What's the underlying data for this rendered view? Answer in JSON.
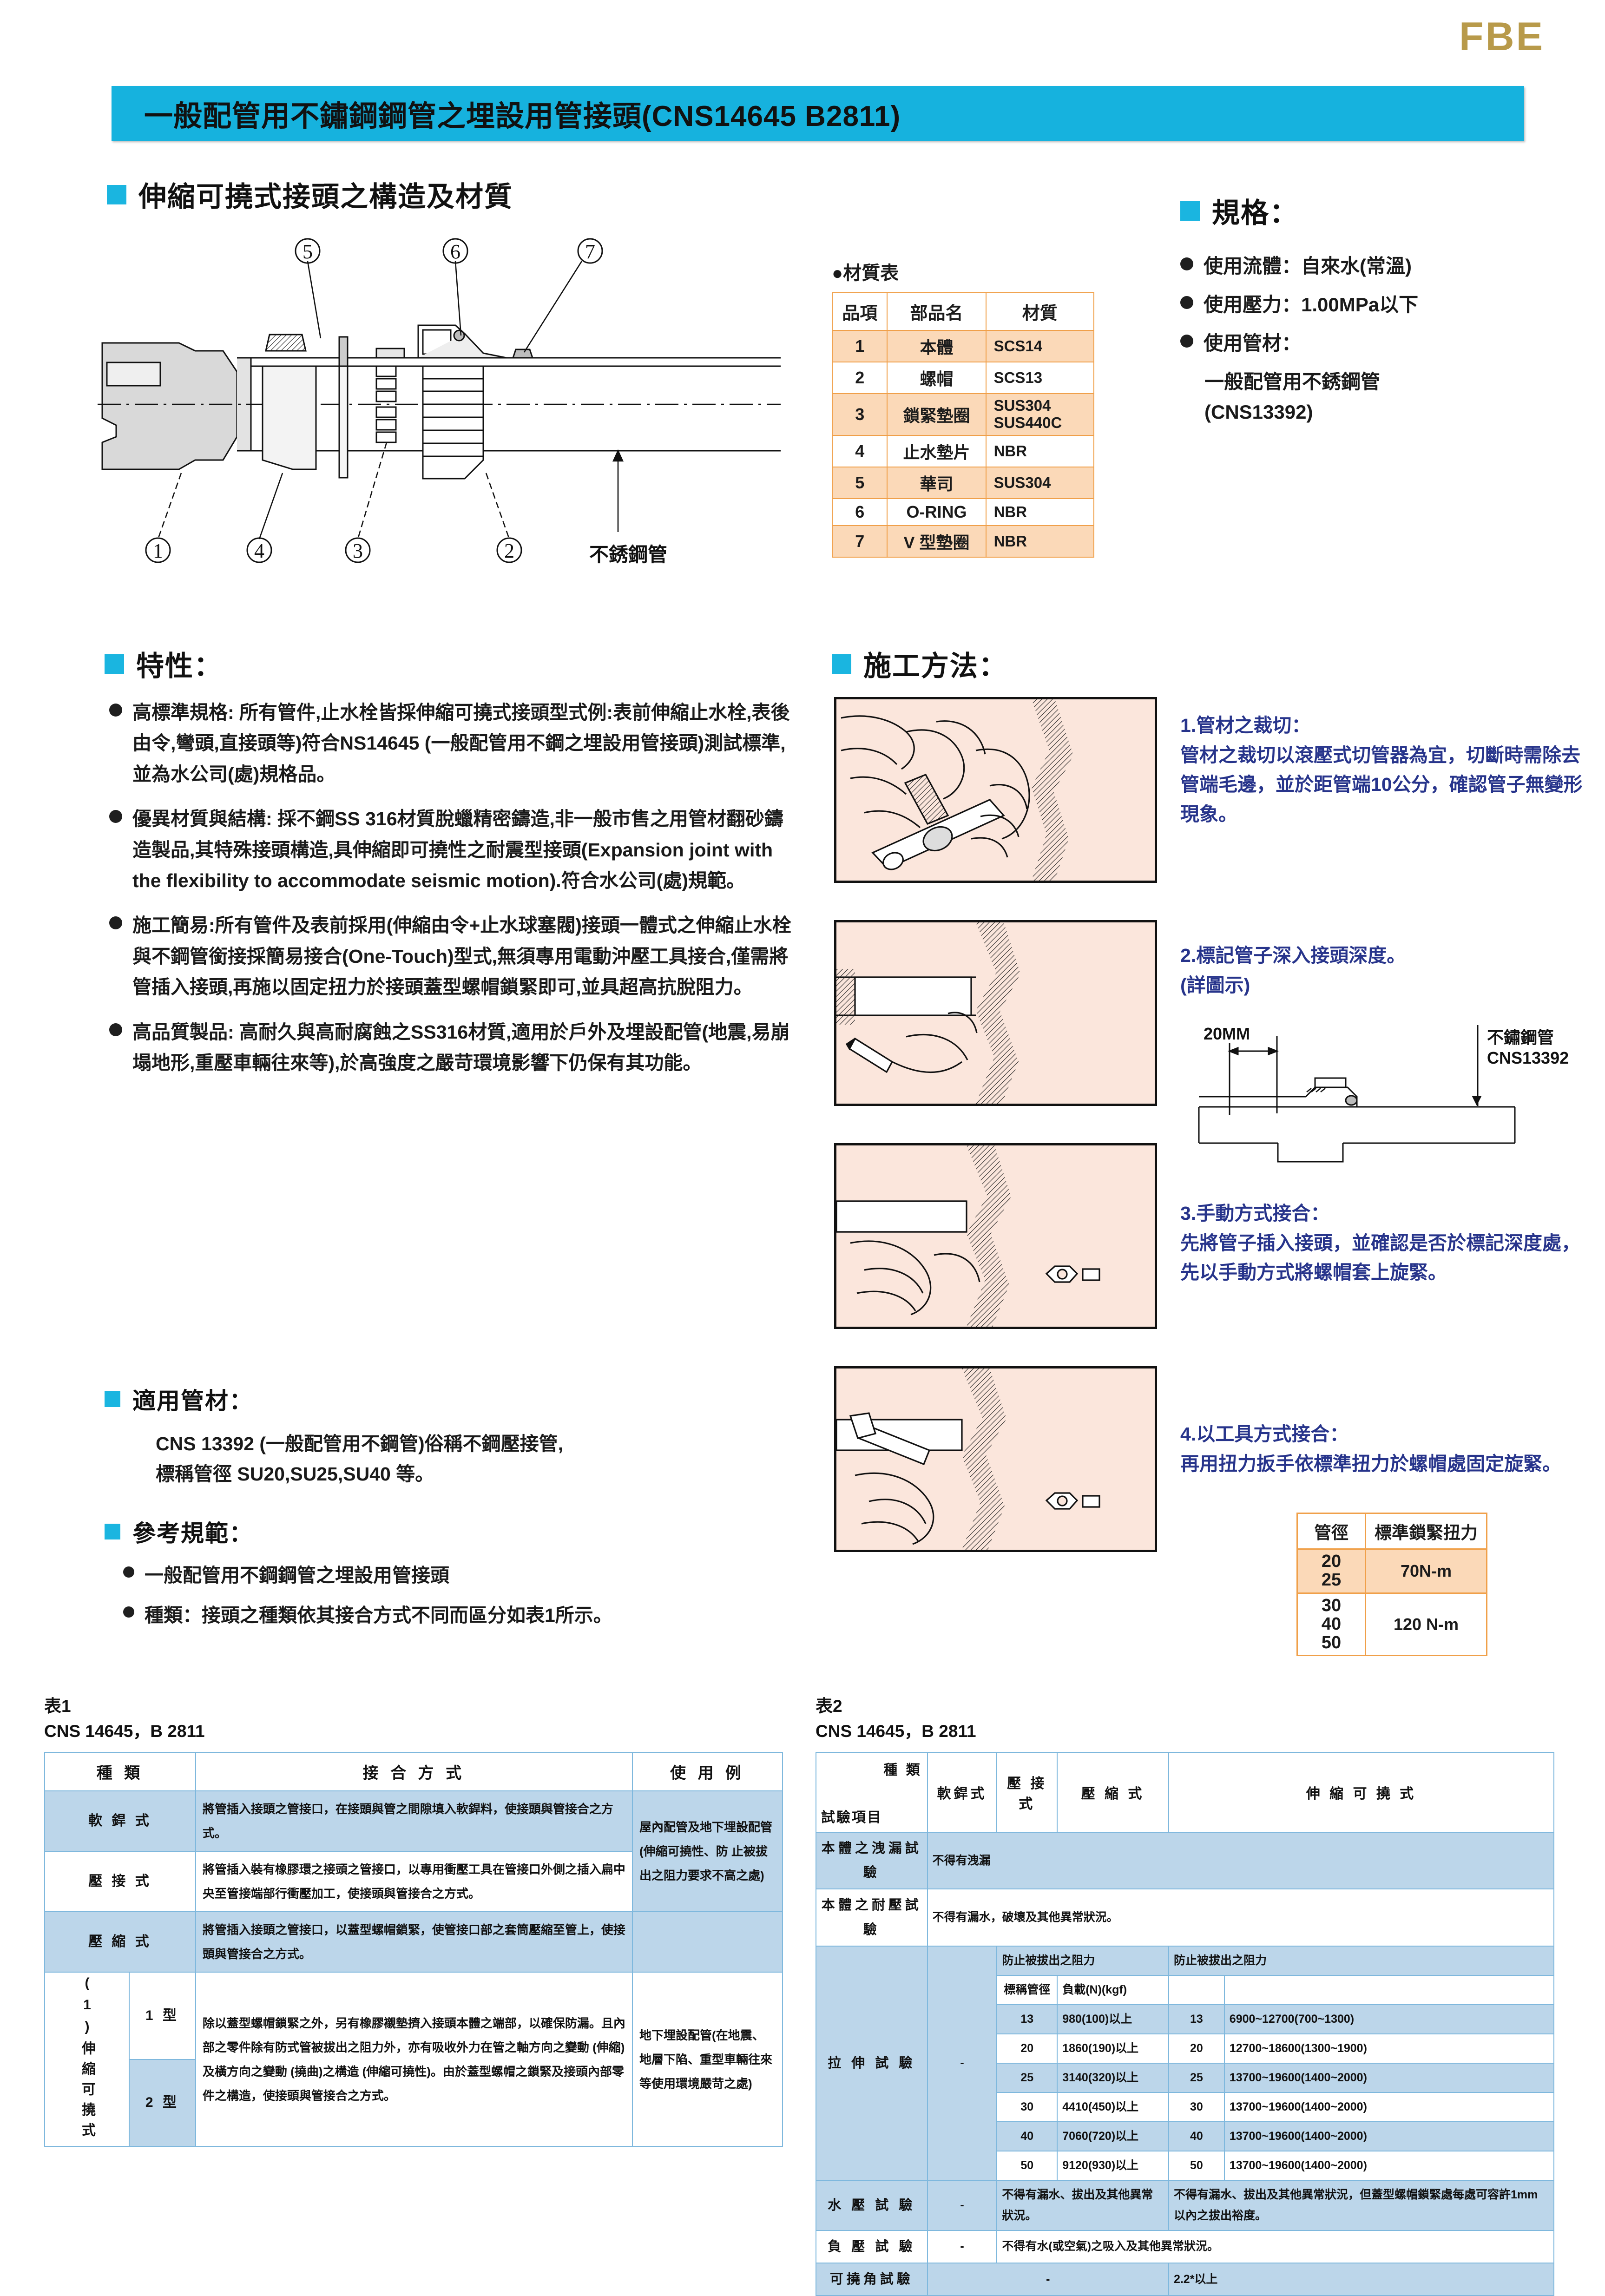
{
  "header": {
    "brand": "FBE",
    "title": "一般配管用不鏽鋼鋼管之埋設用管接頭(CNS14645 B2811)"
  },
  "structure": {
    "heading": "伸縮可撓式接頭之構造及材質",
    "callouts": [
      "①",
      "②",
      "③",
      "④",
      "⑤",
      "⑥",
      "⑦"
    ],
    "pipe_label": "不銹鋼管"
  },
  "material_table": {
    "title": "●材質表",
    "headers": [
      "品項",
      "部品名",
      "材質"
    ],
    "rows": [
      {
        "no": "1",
        "name": "本體",
        "mat": "SCS14",
        "mat2": ""
      },
      {
        "no": "2",
        "name": "螺帽",
        "mat": "SCS13",
        "mat2": ""
      },
      {
        "no": "3",
        "name": "鎖緊墊圈",
        "mat": "SUS304",
        "mat2": "SUS440C"
      },
      {
        "no": "4",
        "name": "止水墊片",
        "mat": "NBR",
        "mat2": ""
      },
      {
        "no": "5",
        "name": "華司",
        "mat": "SUS304",
        "mat2": ""
      },
      {
        "no": "6",
        "name": "O-RING",
        "mat": "NBR",
        "mat2": ""
      },
      {
        "no": "7",
        "name": "V 型墊圈",
        "mat": "NBR",
        "mat2": ""
      }
    ]
  },
  "spec": {
    "heading": "規格：",
    "items": [
      "使用流體：自來水(常溫)",
      "使用壓力：1.00MPa以下",
      "使用管材："
    ],
    "sub1": "一般配管用不銹鋼管",
    "sub2": "(CNS13392)"
  },
  "features": {
    "heading": "特性：",
    "items": [
      "高標準規格: 所有管件,止水栓皆採伸縮可撓式接頭型式例:表前伸縮止水栓,表後由令,彎頭,直接頭等)符合NS14645 (一般配管用不鋼之埋設用管接頭)測試標準,並為水公司(處)規格品。",
      "優異材質與結構: 採不鋼SS 316材質脫蠟精密鑄造,非一般市售之用管材翻砂鑄造製品,其特殊接頭構造,具伸縮即可撓性之耐震型接頭(Expansion joint with the flexibility to accommodate seismic motion).符合水公司(處)規範。",
      "施工簡易:所有管件及表前採用(伸縮由令+止水球塞閥)接頭一體式之伸縮止水栓與不鋼管銜接採簡易接合(One-Touch)型式,無須專用電動沖壓工具接合,僅需將管插入接頭,再施以固定扭力於接頭蓋型螺帽鎖緊即可,並具超高抗脫阻力。",
      "高品質製品: 高耐久與高耐腐蝕之SS316材質,適用於戶外及埋設配管(地震,易崩塌地形,重壓車輛往來等),於高強度之嚴苛環境影響下仍保有其功能。"
    ]
  },
  "pipe_material": {
    "heading": "適用管材：",
    "line1": "CNS 13392 (一般配管用不鋼管)俗稱不鋼壓接管,",
    "line2": "標稱管徑 SU20,SU25,SU40 等。"
  },
  "reference": {
    "heading": "參考規範：",
    "items": [
      "一般配管用不鋼鋼管之埋設用管接頭",
      "種類：接頭之種類依其接合方式不同而區分如表1所示。"
    ]
  },
  "method": {
    "heading": "施工方法：",
    "steps": [
      {
        "title": "1.管材之裁切：",
        "body": "管材之裁切以滾壓式切管器為宜，切斷時需除去管端毛邊，並於距管端10公分，確認管子無變形現象。"
      },
      {
        "title": "2.標記管子深入接頭深度。",
        "body": "(詳圖示)"
      },
      {
        "title": "3.手動方式接合：",
        "body": "先將管子插入接頭，並確認是否於標記深度處，先以手動方式將螺帽套上旋緊。"
      },
      {
        "title": "4.以工具方式接合：",
        "body": "再用扭力扳手依標準扭力於螺帽處固定旋緊。"
      }
    ],
    "detail_labels": {
      "dim": "20MM",
      "pipe_line1": "不鏽鋼管",
      "pipe_line2": "CNS13392"
    }
  },
  "torque_table": {
    "headers": [
      "管徑",
      "標準鎖緊扭力"
    ],
    "rows": [
      {
        "dia": [
          "20",
          "25"
        ],
        "torque": "70N-m"
      },
      {
        "dia": [
          "30",
          "40",
          "50"
        ],
        "torque": "120 N-m"
      }
    ]
  },
  "table1": {
    "caption_no": "表1",
    "caption_std": "CNS 14645，B 2811",
    "headers": [
      "種  類",
      "接 合 方 式",
      "使 用 例"
    ],
    "rows": [
      {
        "kind": "軟 銲 式",
        "method": "將管插入接頭之管接口，在接頭與管之間隙填入軟銲料，使接頭與管接合之方式。",
        "usage": "屋內配管及地下埋設配管(伸縮可撓性、防"
      },
      {
        "kind": "壓 接 式",
        "method": "將管插入裝有橡膠環之接頭之管接口，以專用衝壓工具在管接口外側之插入扁中央至管接端部行衝壓加工，使接頭與管接合之方式。",
        "usage": "止被拔出之阻力要求不高之處)"
      },
      {
        "kind": "壓 縮 式",
        "method": "將管插入接頭之管接口，以蓋型螺帽鎖緊，使管接口部之套筒壓縮至管上，使接頭與管接合之方式。",
        "usage": ""
      }
    ],
    "flex_group": {
      "note": "(1)",
      "kind": "伸縮可撓式",
      "subtypes": [
        "1 型",
        "2 型"
      ],
      "method": "除以蓋型螺帽鎖緊之外，另有橡膠襯墊擠入接頭本體之端部，以確保防漏。且內部之零件除有防式管被拔出之阻力外，亦有吸收外力在管之軸方向之變動 (伸縮)及橫方向之變動 (撓曲)之構造 (伸縮可撓性)。由於蓋型螺帽之鎖緊及接頭內部零件之構造，使接頭與管接合之方式。",
      "usage": "地下埋設配管(在地震、地層下陷、重型車輛往來等使用環境嚴苛之處)"
    }
  },
  "table2": {
    "caption_no": "表2",
    "caption_std": "CNS 14645，B 2811",
    "corner_a": "種  類",
    "corner_b": "試驗項目",
    "headers": [
      "軟銲式",
      "壓 接 式",
      "壓 縮 式",
      "伸 縮 可 撓 式"
    ],
    "row_leak": {
      "label": "本體之洩漏試驗",
      "value": "不得有洩漏"
    },
    "row_press": {
      "label": "本體之耐壓試驗",
      "value": "不得有漏水，破壞及其他異常狀況。"
    },
    "row_tensile": {
      "label": "拉 伸 試 驗",
      "soft": "-",
      "sub_head_a": "防止被拔出之阻力",
      "sub_head_b": "防止被拔出之阻力",
      "sub_cols": [
        "標稱管徑",
        "負載(N)(kgf)"
      ],
      "left": [
        {
          "dia": "13",
          "load": "980(100)以上"
        },
        {
          "dia": "20",
          "load": "1860(190)以上"
        },
        {
          "dia": "25",
          "load": "3140(320)以上"
        },
        {
          "dia": "30",
          "load": "4410(450)以上"
        },
        {
          "dia": "40",
          "load": "7060(720)以上"
        },
        {
          "dia": "50",
          "load": "9120(930)以上"
        }
      ],
      "right": [
        {
          "dia": "13",
          "load": "6900~12700(700~1300)"
        },
        {
          "dia": "20",
          "load": "12700~18600(1300~1900)"
        },
        {
          "dia": "25",
          "load": "13700~19600(1400~2000)"
        },
        {
          "dia": "30",
          "load": "13700~19600(1400~2000)"
        },
        {
          "dia": "40",
          "load": "13700~19600(1400~2000)"
        },
        {
          "dia": "50",
          "load": "13700~19600(1400~2000)"
        }
      ]
    },
    "row_water": {
      "label": "水 壓 試 驗",
      "soft": "-",
      "mid": "不得有漏水、拔出及其他異常狀況。",
      "right": "不得有漏水、拔出及其他異常狀況，但蓋型螺帽鎖緊處每處可容許1mm以內之拔出裕度。"
    },
    "row_neg": {
      "label": "負 壓 試 驗",
      "soft": "-",
      "value": "不得有水(或空氣)之吸入及其他異常狀況。"
    },
    "row_flex": {
      "label": "可撓角試驗",
      "soft": "-",
      "value": "2.2*以上"
    }
  },
  "colors": {
    "accent_cyan": "#16b2de",
    "brand_gold": "#b89a4a",
    "table_orange": "#f0a04a",
    "table_orange_fill": "#fbd9b8",
    "table_blue": "#7fb8dd",
    "table_blue_fill": "#bcd6ea",
    "method_text": "#27348b"
  }
}
